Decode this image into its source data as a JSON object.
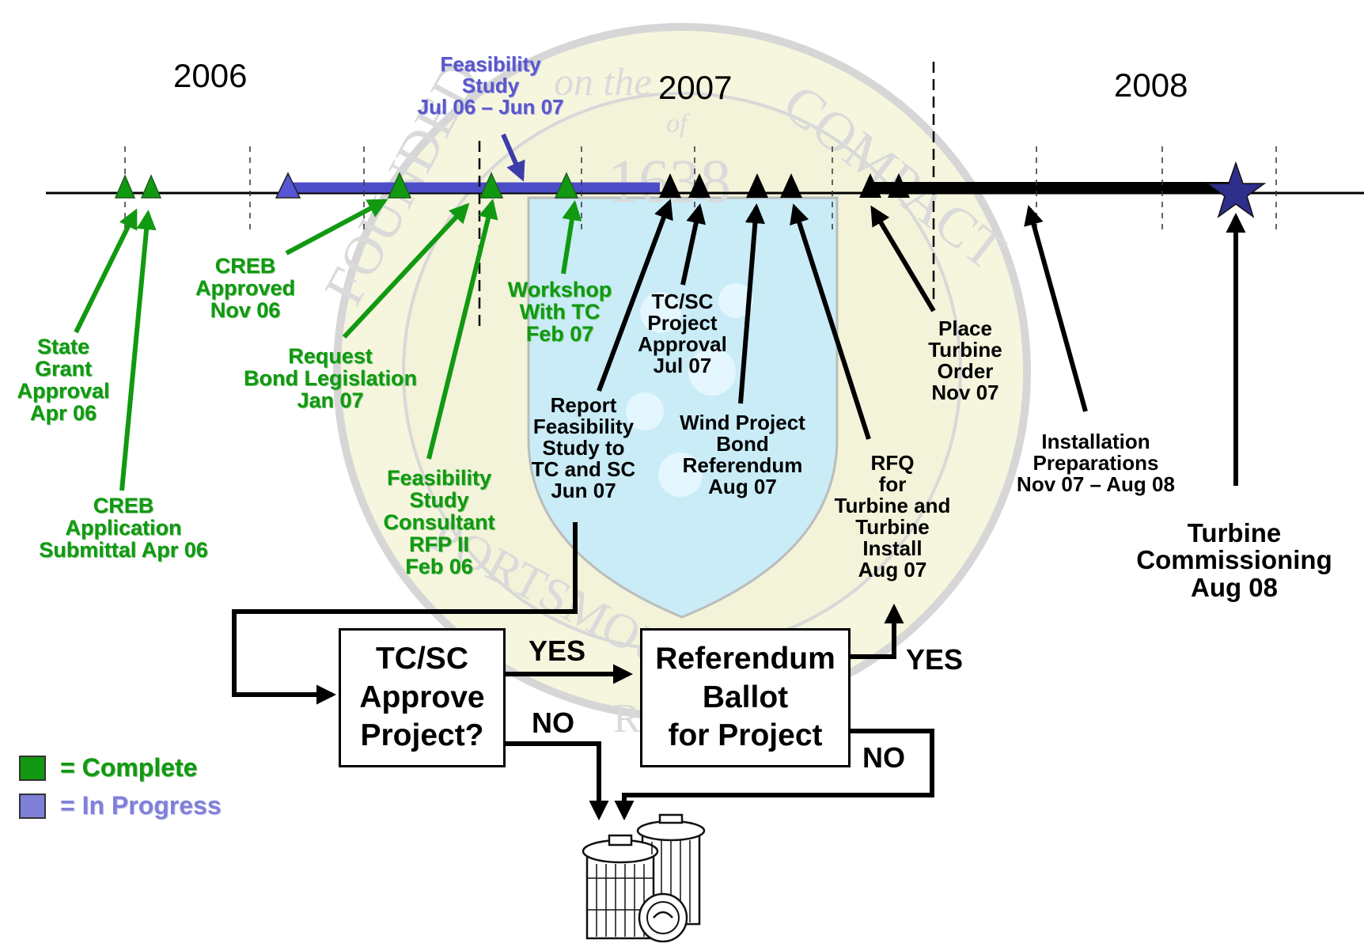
{
  "colors": {
    "complete": "#119911",
    "in_progress": "#4c4cc8",
    "future": "#000000",
    "seal": "#d2d2d2",
    "seal_fill": "#f3f3dc",
    "shield_fill": "#c9ecf7"
  },
  "years": [
    "2006",
    "2007",
    "2008"
  ],
  "in_progress_label": [
    "Feasibility",
    "Study",
    "Jul 06 – Jun 07"
  ],
  "seal_text": {
    "top": "FOUNDED on the COMPACT",
    "of": "of",
    "year": "1638",
    "bottom": "PORTSMOUTH",
    "ri": "R.I."
  },
  "milestones": {
    "state_grant": [
      "State",
      "Grant",
      "Approval",
      "Apr 06"
    ],
    "creb_application": [
      "CREB",
      "Application",
      "Submittal Apr 06"
    ],
    "creb_approved": [
      "CREB",
      "Approved",
      "Nov 06"
    ],
    "request_bond": [
      "Request",
      "Bond Legislation",
      "Jan 07"
    ],
    "consultant_rfp": [
      "Feasibility",
      "Study",
      "Consultant",
      "RFP II",
      "Feb 06"
    ],
    "workshop": [
      "Workshop",
      "With TC",
      "Feb 07"
    ],
    "report_feasibility": [
      "Report",
      "Feasibility",
      "Study to",
      "TC and SC",
      "Jun 07"
    ],
    "project_approval": [
      "TC/SC",
      "Project",
      "Approval",
      "Jul 07"
    ],
    "bond_referendum": [
      "Wind Project",
      "Bond",
      "Referendum",
      "Aug 07"
    ],
    "rfq": [
      "RFQ",
      "for",
      "Turbine and",
      "Turbine",
      "Install",
      "Aug 07"
    ],
    "turbine_order": [
      "Place",
      "Turbine",
      "Order",
      "Nov 07"
    ],
    "installation_prep": [
      "Installation",
      "Preparations",
      "Nov 07 – Aug 08"
    ],
    "commissioning": [
      "Turbine",
      "Commissioning",
      "Aug 08"
    ]
  },
  "flow": {
    "approve_box": [
      "TC/SC",
      "Approve",
      "Project?"
    ],
    "ballot_box": [
      "Referendum",
      "Ballot",
      "for Project"
    ],
    "yes": "YES",
    "no": "NO"
  },
  "legend": [
    {
      "label": "= Complete",
      "color": "#119911"
    },
    {
      "label": "= In Progress",
      "color": "#8080d8"
    }
  ]
}
